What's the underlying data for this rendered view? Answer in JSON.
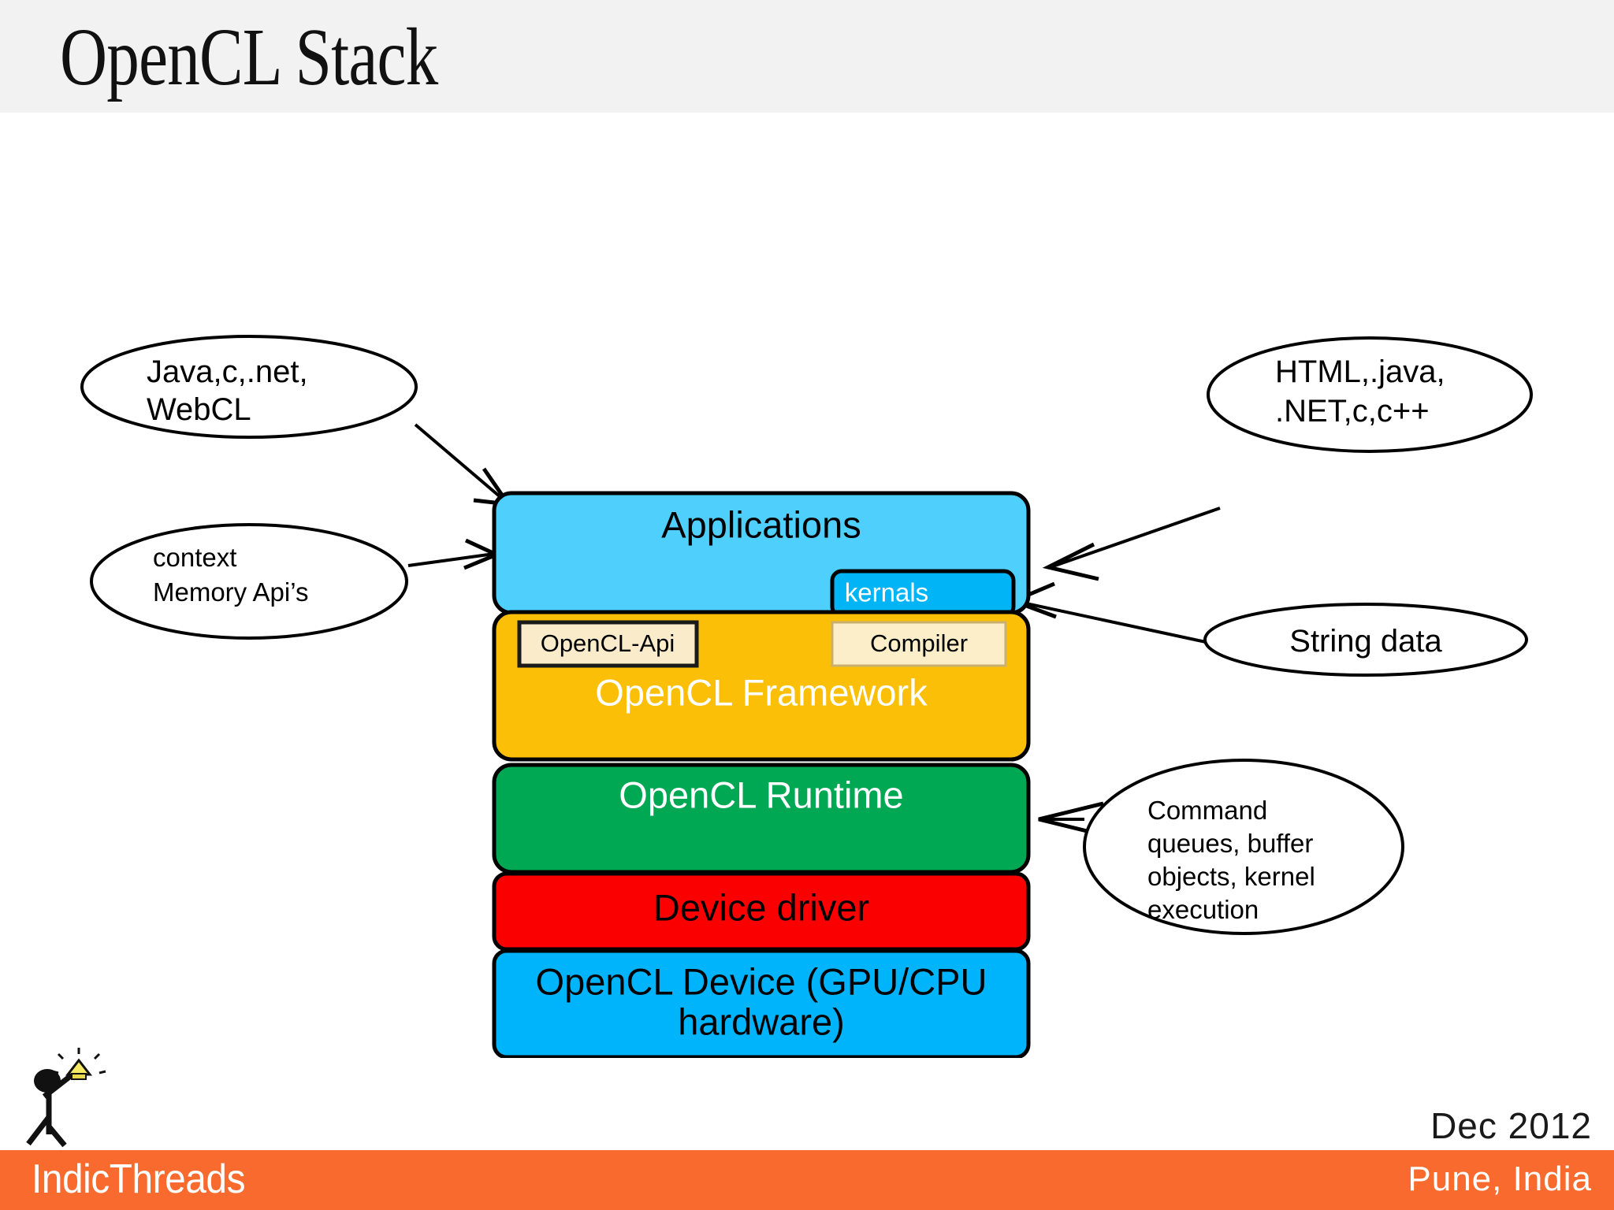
{
  "slide": {
    "title": "OpenCL Stack",
    "header_bg": "#f2f2f2"
  },
  "diagram": {
    "type": "layered-stack",
    "layers": [
      {
        "id": "applications",
        "label": "Applications",
        "fill": "#4fd0fc",
        "text_color": "#000000"
      },
      {
        "id": "opencl-framework",
        "label": "OpenCL Framework",
        "fill": "#fbbf07",
        "text_color": "#ffffff"
      },
      {
        "id": "opencl-runtime",
        "label": "OpenCL  Runtime",
        "fill": "#00a854",
        "text_color": "#ffffff"
      },
      {
        "id": "device-driver",
        "label": "Device driver",
        "fill": "#fb0000",
        "text_color": "#000000"
      },
      {
        "id": "opencl-device",
        "label_line1": "OpenCL Device (GPU/CPU",
        "label_line2": "hardware)",
        "fill": "#00b4fb",
        "text_color": "#000000"
      }
    ],
    "sub_boxes": [
      {
        "id": "kernals",
        "label": "kernals",
        "fill": "#00b4f5",
        "text_color": "#ffffff"
      },
      {
        "id": "opencl-api",
        "label": "OpenCL-Api",
        "fill": "#faeccb",
        "text_color": "#000000"
      },
      {
        "id": "compiler",
        "label": "Compiler",
        "fill": "#fbeec9",
        "text_color": "#000000"
      }
    ],
    "callouts": [
      {
        "id": "callout-languages-left",
        "lines": [
          "Java,c,.net,",
          "WebCL"
        ],
        "side": "left",
        "points_to": "applications"
      },
      {
        "id": "callout-context-memory",
        "lines": [
          "context",
          "Memory Api’s"
        ],
        "side": "left",
        "points_to": "opencl-framework"
      },
      {
        "id": "callout-languages-right",
        "lines": [
          "HTML,.java,",
          ".NET,c,c++"
        ],
        "side": "right",
        "points_to": "applications"
      },
      {
        "id": "callout-string-data",
        "lines": [
          "String data"
        ],
        "side": "right",
        "points_to": "kernals"
      },
      {
        "id": "callout-command-queues",
        "lines": [
          "Command",
          "queues, buffer",
          "objects, kernel",
          "execution"
        ],
        "side": "right",
        "points_to": "opencl-runtime"
      }
    ]
  },
  "footer": {
    "brand": "IndicThreads",
    "date": "Dec 2012",
    "location": "Pune, India",
    "bar_color": "#f96a2e"
  }
}
